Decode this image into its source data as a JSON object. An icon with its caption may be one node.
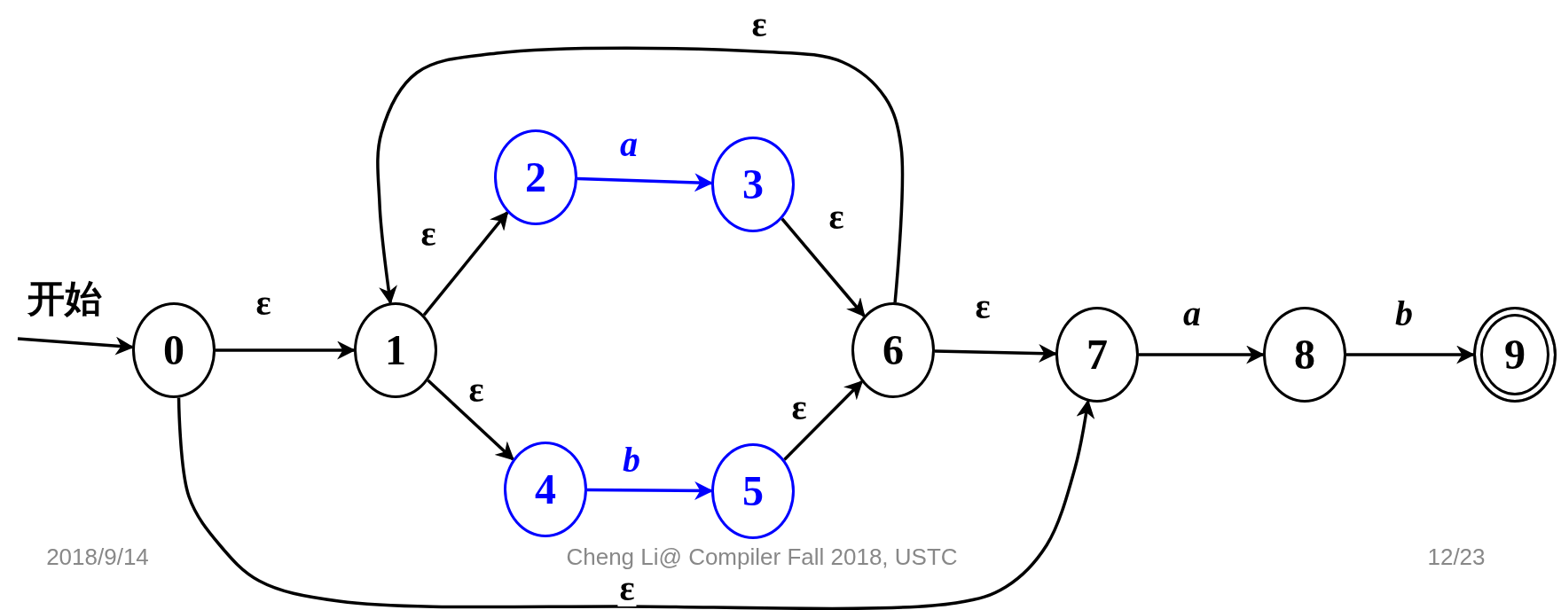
{
  "diagram": {
    "nodes": [
      {
        "text": [
          "0"
        ]
      },
      {
        "text": [
          "1"
        ]
      },
      {
        "text": [
          "2"
        ]
      },
      {
        "text": [
          "3"
        ]
      },
      {
        "text": [
          "4"
        ]
      },
      {
        "text": [
          "5"
        ]
      },
      {
        "text": [
          "6"
        ]
      },
      {
        "text": [
          "7"
        ]
      },
      {
        "text": [
          "8"
        ]
      },
      {
        "text": [
          "9"
        ]
      }
    ],
    "edges": [
      {
        "from": null,
        "to": 0,
        "arrow": "to",
        "label": "开始"
      },
      {
        "from": 0,
        "to": 1,
        "arrow": "to",
        "label": "ε"
      },
      {
        "from": 1,
        "to": 2,
        "arrow": "to",
        "label": "ε"
      },
      {
        "from": 1,
        "to": 4,
        "arrow": "to",
        "label": "ε"
      },
      {
        "from": 2,
        "to": 3,
        "arrow": "to",
        "label": "a",
        "color": "#0000ff"
      },
      {
        "from": 4,
        "to": 5,
        "arrow": "to",
        "label": "b",
        "color": "#0000ff"
      },
      {
        "from": 3,
        "to": 6,
        "arrow": "to",
        "label": "ε"
      },
      {
        "from": 5,
        "to": 6,
        "arrow": "to",
        "label": "ε"
      },
      {
        "from": 6,
        "to": 1,
        "arrow": "to",
        "label": "ε"
      },
      {
        "from": 6,
        "to": 7,
        "arrow": "to",
        "label": "ε"
      },
      {
        "from": 0,
        "to": 7,
        "arrow": "to",
        "label": "ε"
      },
      {
        "from": 7,
        "to": 8,
        "arrow": "to",
        "label": "a"
      },
      {
        "from": 8,
        "to": 9,
        "arrow": "to",
        "label": "b"
      }
    ],
    "labels": [
      "2018/9/14",
      "Cheng Li@ Compiler Fall 2018, USTC",
      "12/23"
    ]
  }
}
